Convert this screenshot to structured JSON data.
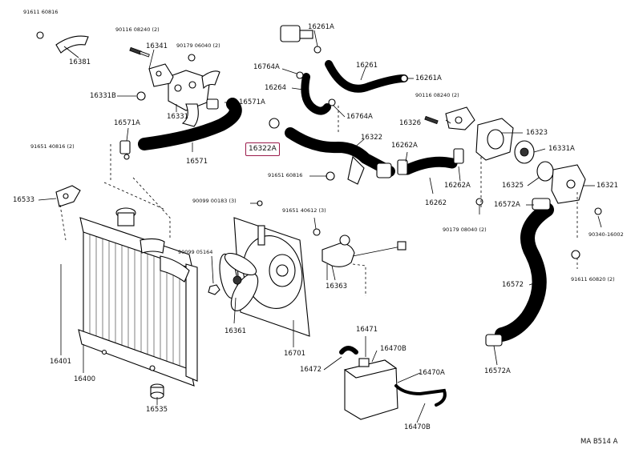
{
  "diagram": {
    "code": "MA B514 A",
    "highlight_label": "16322A",
    "labels": {
      "l_91611_60816_top": "91611 60816",
      "l_16381": "16381",
      "l_90116_08240_a": "90116 08240 (2)",
      "l_16341": "16341",
      "l_90179_06040_a": "90179 06040 (2)",
      "l_16331B": "16331B",
      "l_16331": "16331",
      "l_16571A_a": "16571A",
      "l_16571A_b": "16571A",
      "l_16571": "16571",
      "l_91651_40816_a": "91651 40816 (2)",
      "l_16533": "16533",
      "l_16261A_top": "16261A",
      "l_16764A_a": "16764A",
      "l_16261": "16261",
      "l_16261A_b": "16261A",
      "l_16264": "16264",
      "l_16764A_b": "16764A",
      "l_90116_08240_b": "90116 08240 (2)",
      "l_16326": "16326",
      "l_16323": "16323",
      "l_16322": "16322",
      "l_16262A_a": "16262A",
      "l_16331A": "16331A",
      "l_91651_60816": "91651 60816",
      "l_16262A_b": "16262A",
      "l_16262": "16262",
      "l_16325": "16325",
      "l_16321": "16321",
      "l_90099_00183": "90099 00183 (3)",
      "l_91651_40612": "91651 40612 (3)",
      "l_90179_08040": "90179 08040 (2)",
      "l_16572A_a": "16572A",
      "l_90340_16002": "90340-16002",
      "l_91611_60820": "91611 60820 (2)",
      "l_90099_05164": "90099 05164",
      "l_16363": "16363",
      "l_16572": "16572",
      "l_16361": "16361",
      "l_16401": "16401",
      "l_16701": "16701",
      "l_16471": "16471",
      "l_16470B_a": "16470B",
      "l_16472": "16472",
      "l_16470A": "16470A",
      "l_16572A_b": "16572A",
      "l_16400": "16400",
      "l_16535": "16535",
      "l_16470B_b": "16470B"
    }
  }
}
